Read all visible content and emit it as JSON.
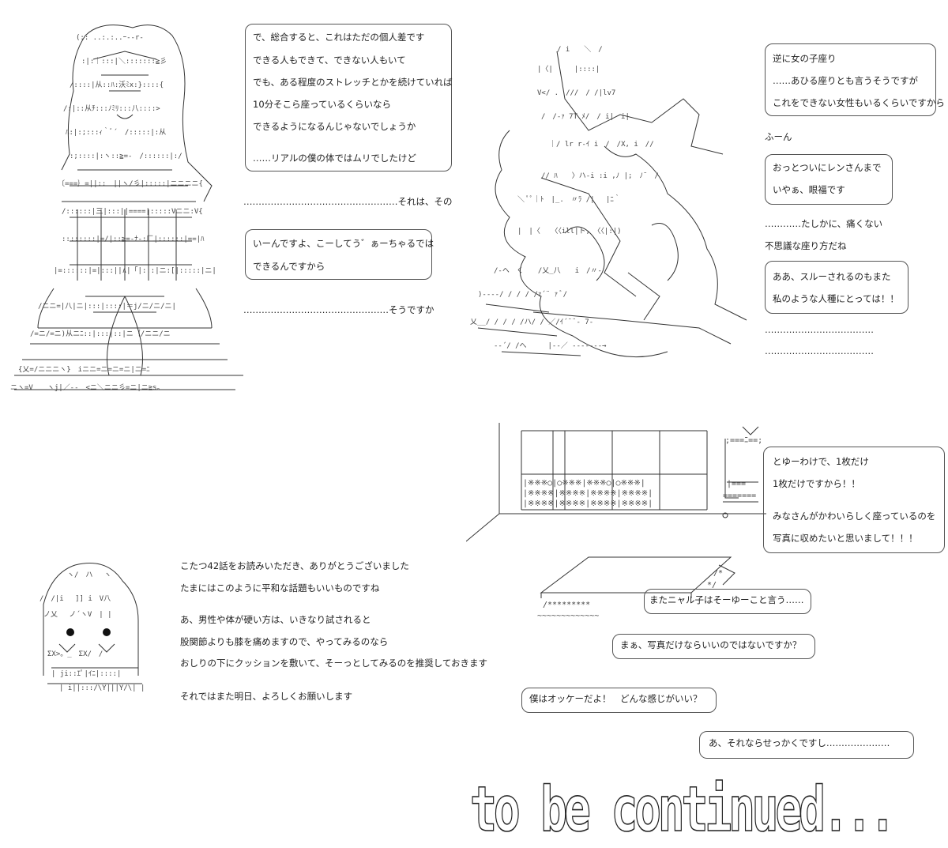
{
  "bubbles": {
    "b1": [
      "で、総合すると、これはただの個人差です",
      "できる人もできて、できない人もいて",
      "でも、ある程度のストレッチとかを続けていれば",
      "10分そこら座っているくらいなら",
      "できるようになるんじゃないでしょうか",
      "",
      "……リアルの僕の体ではムリでしたけど"
    ],
    "b2": [
      "いーんですよ、こーしてう゛ぁーちゃるでは",
      "できるんですから"
    ],
    "b3": [
      "逆に女の子座り",
      "……あひる座りとも言うそうですが",
      "これをできない女性もいるくらいですから"
    ],
    "b4": [
      "おっとついにレンさんまで",
      "いやぁ、眼福です"
    ],
    "b5": [
      "ああ、スルーされるのもまた",
      "私のような人種にとっては！！"
    ],
    "b6": [
      "とゆーわけで、1枚だけ",
      "1枚だけですから！！",
      "",
      "みなさんがかわいらしく座っているのを",
      "写真に収めたいと思いまして！！！"
    ],
    "b7": [
      "またニャル子はそーゆーこと言う……"
    ],
    "b8": [
      "まぁ、写真だけならいいのではないですか？"
    ],
    "b9": [
      "僕はオッケーだよ！　どんな感じがいい？"
    ],
    "b10": [
      "あ、それならせっかくですし…………………"
    ]
  },
  "lines": {
    "l1": "……………………………………………それは、その",
    "l2": "…………………………………………そうですか",
    "l3": "…………たしかに、痛くない",
    "l4": "ふーん",
    "l5": "不思議な座り方だね",
    "l6": "………………………………",
    "l7": "………………………………"
  },
  "afterword": [
    "こたつ42話をお読みいただき、ありがとうございました",
    "たまにはこのように平和な話題もいいものですね",
    "",
    "あ、男性や体が硬い方は、いきなり試されると",
    "股関節よりも膝を痛めますので、やってみるのなら",
    "おしりの下にクッションを敷いて、そーっとしてみるのを推奨しておきます",
    "",
    "それではまた明日、よろしくお願いします"
  ],
  "tbc": "to be continued..."
}
